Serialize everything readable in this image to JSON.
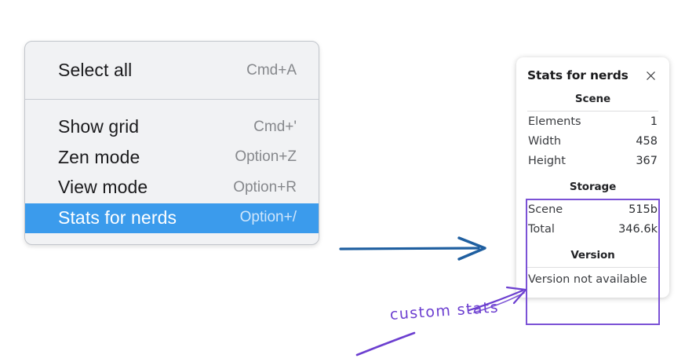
{
  "context_menu": {
    "groups": [
      {
        "name": "primary",
        "items": [
          {
            "label": "Select all",
            "shortcut": "Cmd+A",
            "selected": false
          }
        ]
      },
      {
        "name": "view-options",
        "items": [
          {
            "label": "Show grid",
            "shortcut": "Cmd+'",
            "selected": false
          },
          {
            "label": "Zen mode",
            "shortcut": "Option+Z",
            "selected": false
          },
          {
            "label": "View mode",
            "shortcut": "Option+R",
            "selected": false
          },
          {
            "label": "Stats for nerds",
            "shortcut": "Option+/",
            "selected": true
          }
        ]
      }
    ],
    "highlight_color": "#3b9bec"
  },
  "stats_panel": {
    "title": "Stats for nerds",
    "close_icon": "close-icon",
    "sections": [
      {
        "heading": "Scene",
        "rows": [
          {
            "label": "Elements",
            "value": "1"
          },
          {
            "label": "Width",
            "value": "458"
          },
          {
            "label": "Height",
            "value": "367"
          }
        ]
      },
      {
        "heading": "Storage",
        "rows": [
          {
            "label": "Scene",
            "value": "515b"
          },
          {
            "label": "Total",
            "value": "346.6k"
          }
        ]
      },
      {
        "heading": "Version",
        "note": "Version not available"
      }
    ]
  },
  "annotations": {
    "flow_arrow": {
      "name": "blue-flow-arrow",
      "color": "#1f5fa0"
    },
    "callout": {
      "text": "custom stats",
      "color": "#6c3fd0",
      "highlight_color": "#7b52d6"
    }
  }
}
